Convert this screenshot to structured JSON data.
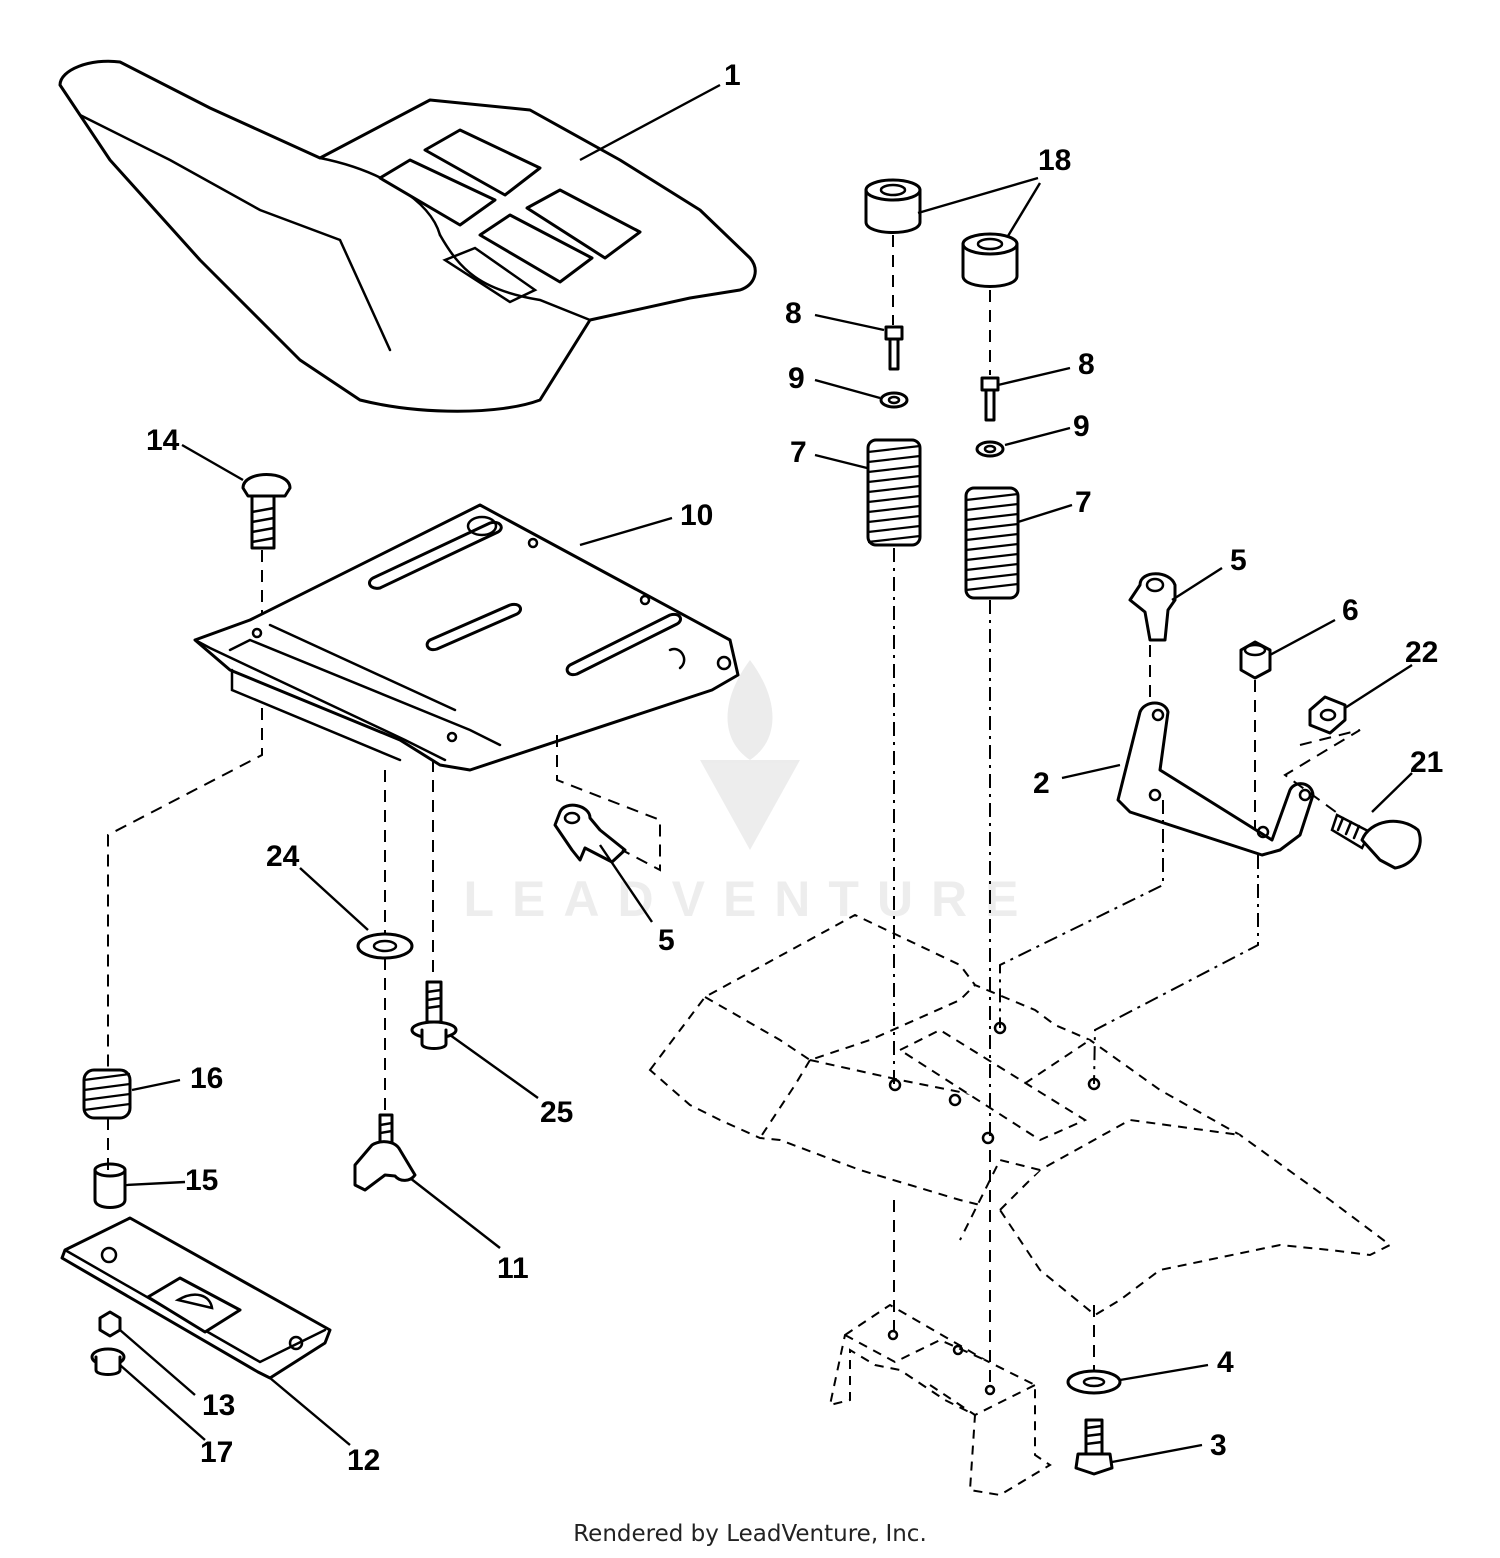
{
  "diagram": {
    "callouts": [
      "1",
      "2",
      "3",
      "4",
      "5",
      "5",
      "6",
      "7",
      "7",
      "8",
      "8",
      "9",
      "9",
      "10",
      "11",
      "12",
      "13",
      "14",
      "15",
      "16",
      "17",
      "18",
      "21",
      "22",
      "24",
      "25"
    ]
  },
  "watermark": {
    "text": "LEADVENTURE"
  },
  "footer": {
    "credit": "Rendered by LeadVenture, Inc."
  }
}
